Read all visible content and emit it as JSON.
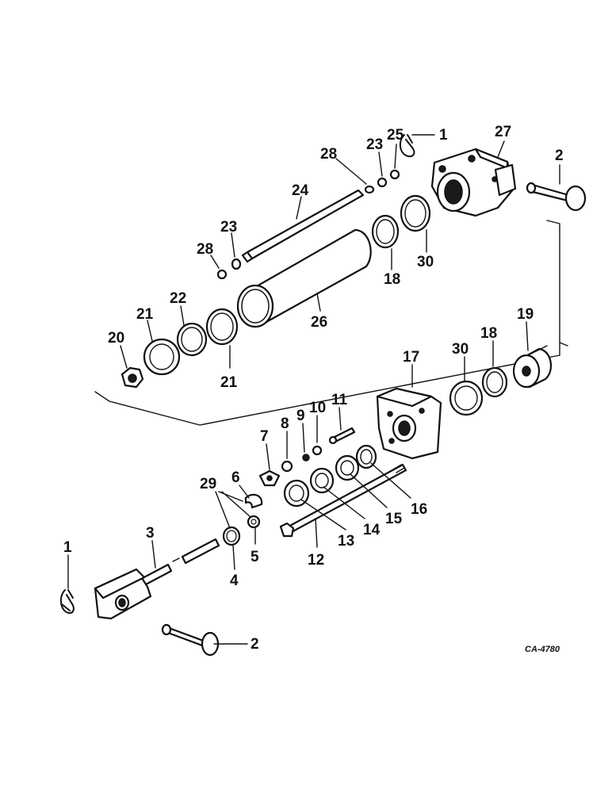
{
  "diagram": {
    "drawing_code": "CA-4780",
    "callouts": [
      {
        "id": "c1a",
        "text": "1"
      },
      {
        "id": "c27",
        "text": "27"
      },
      {
        "id": "c25",
        "text": "25"
      },
      {
        "id": "c23a",
        "text": "23"
      },
      {
        "id": "c28a",
        "text": "28"
      },
      {
        "id": "c2a",
        "text": "2"
      },
      {
        "id": "c24",
        "text": "24"
      },
      {
        "id": "c23b",
        "text": "23"
      },
      {
        "id": "c28b",
        "text": "28"
      },
      {
        "id": "c18a",
        "text": "18"
      },
      {
        "id": "c30a",
        "text": "30"
      },
      {
        "id": "c22",
        "text": "22"
      },
      {
        "id": "c21a",
        "text": "21"
      },
      {
        "id": "c26",
        "text": "26"
      },
      {
        "id": "c20",
        "text": "20"
      },
      {
        "id": "c21b",
        "text": "21"
      },
      {
        "id": "c19",
        "text": "19"
      },
      {
        "id": "c18b",
        "text": "18"
      },
      {
        "id": "c30b",
        "text": "30"
      },
      {
        "id": "c17",
        "text": "17"
      },
      {
        "id": "c11",
        "text": "11"
      },
      {
        "id": "c10",
        "text": "10"
      },
      {
        "id": "c9",
        "text": "9"
      },
      {
        "id": "c8",
        "text": "8"
      },
      {
        "id": "c7",
        "text": "7"
      },
      {
        "id": "c16",
        "text": "16"
      },
      {
        "id": "c15",
        "text": "15"
      },
      {
        "id": "c14",
        "text": "14"
      },
      {
        "id": "c13",
        "text": "13"
      },
      {
        "id": "c12",
        "text": "12"
      },
      {
        "id": "c6",
        "text": "6"
      },
      {
        "id": "c29",
        "text": "29"
      },
      {
        "id": "c5",
        "text": "5"
      },
      {
        "id": "c4",
        "text": "4"
      },
      {
        "id": "c3",
        "text": "3"
      },
      {
        "id": "c1b",
        "text": "1"
      },
      {
        "id": "c2b",
        "text": "2"
      }
    ]
  }
}
